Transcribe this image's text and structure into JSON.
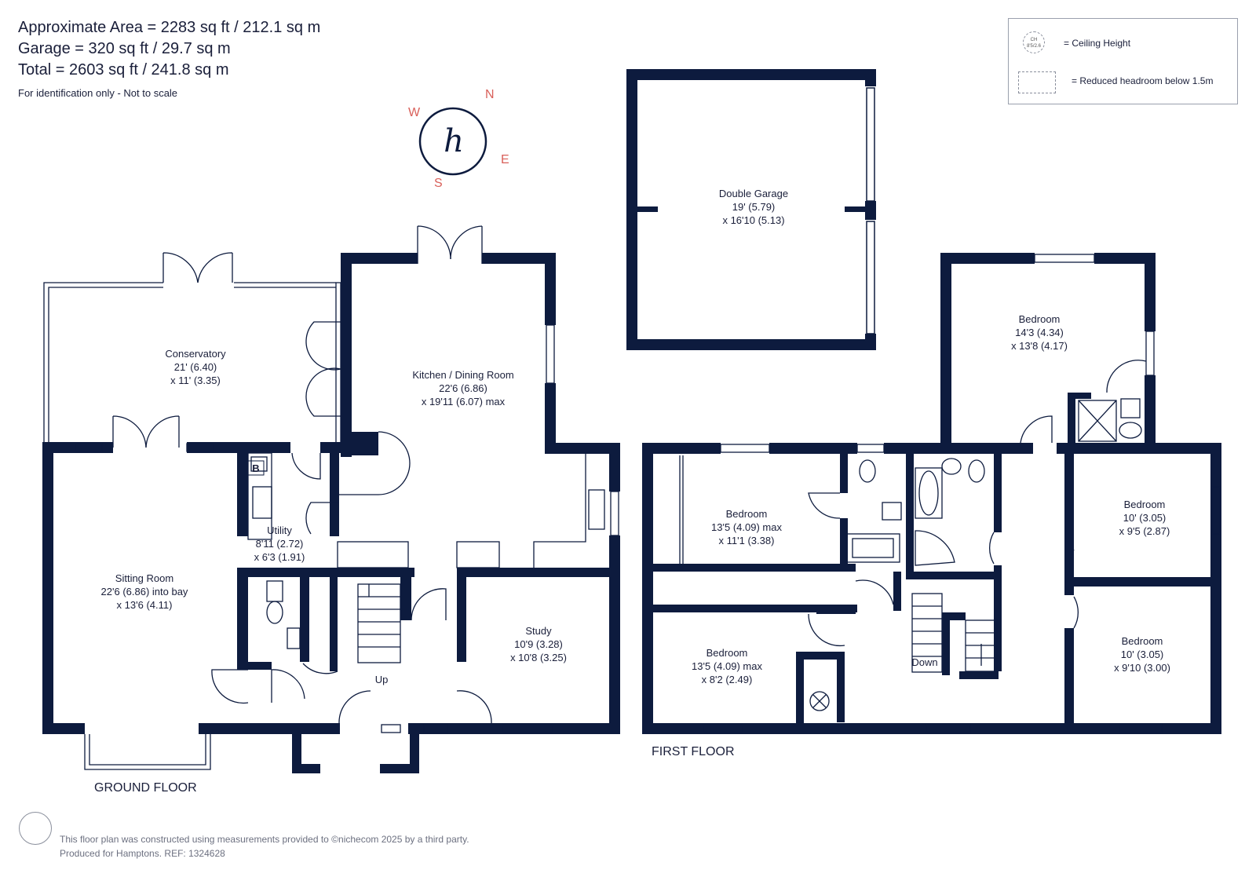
{
  "header": {
    "area": "Approximate Area = 2283 sq ft / 212.1 sq m",
    "garage": "Garage = 320 sq ft / 29.7 sq m",
    "total": "Total = 2603 sq ft / 241.8 sq m",
    "note": "For identification only - Not to scale"
  },
  "legend": {
    "ceiling_icon": "CH 8'5/2.6",
    "ceiling_label": "= Ceiling Height",
    "reduced_label": "= Reduced headroom below 1.5m"
  },
  "compass": {
    "n": "N",
    "e": "E",
    "s": "S",
    "w": "W",
    "logo": "h"
  },
  "rooms": {
    "garage": {
      "name": "Double Garage",
      "d1": "19' (5.79)",
      "d2": "x 16'10 (5.13)"
    },
    "conservatory": {
      "name": "Conservatory",
      "d1": "21' (6.40)",
      "d2": "x 11' (3.35)"
    },
    "kitchen": {
      "name": "Kitchen / Dining Room",
      "d1": "22'6 (6.86)",
      "d2": "x 19'11 (6.07) max"
    },
    "sitting": {
      "name": "Sitting Room",
      "d1": "22'6 (6.86) into bay",
      "d2": "x 13'6 (4.11)"
    },
    "utility": {
      "name": "Utility",
      "d1": "8'11 (2.72)",
      "d2": "x 6'3 (1.91)"
    },
    "study": {
      "name": "Study",
      "d1": "10'9 (3.28)",
      "d2": "x 10'8 (3.25)"
    },
    "bed1": {
      "name": "Bedroom",
      "d1": "14'3 (4.34)",
      "d2": "x 13'8 (4.17)"
    },
    "bed2": {
      "name": "Bedroom",
      "d1": "13'5 (4.09) max",
      "d2": "x 11'1 (3.38)"
    },
    "bed3": {
      "name": "Bedroom",
      "d1": "10' (3.05)",
      "d2": "x 9'5 (2.87)"
    },
    "bed4": {
      "name": "Bedroom",
      "d1": "13'5 (4.09) max",
      "d2": "x 8'2 (2.49)"
    },
    "bed5": {
      "name": "Bedroom",
      "d1": "10' (3.05)",
      "d2": "x 9'10 (3.00)"
    }
  },
  "markers": {
    "boiler": "B",
    "up": "Up",
    "down": "Down"
  },
  "floors": {
    "ground": "GROUND FLOOR",
    "first": "FIRST FLOOR"
  },
  "footer": {
    "line1": "This floor plan was constructed using measurements provided to ©nichecom 2025 by a third party.",
    "line2": "Produced for Hamptons.  REF: 1324628"
  },
  "colors": {
    "wall": "#0d1b3e",
    "accent": "#d9605a",
    "text": "#1a1f3a"
  }
}
